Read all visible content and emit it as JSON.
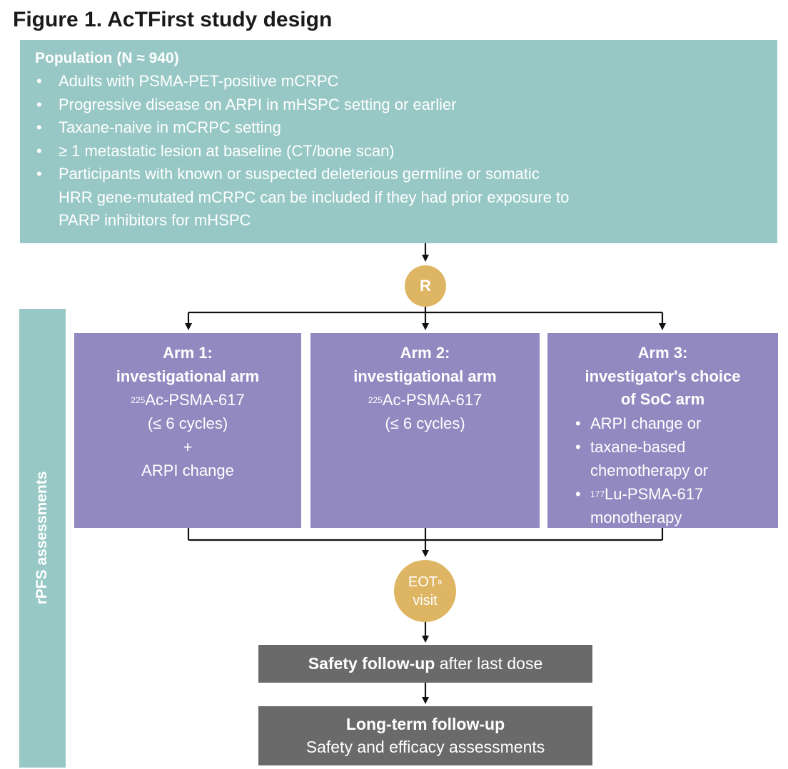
{
  "figure": {
    "title": "Figure 1. AcTFirst study design"
  },
  "population": {
    "title": "Population (N ≈ 940)",
    "bullet_char": "•",
    "items": [
      "Adults with PSMA-PET-positive mCRPC",
      "Progressive disease on ARPI in mHSPC setting or earlier",
      "Taxane-naive in mCRPC setting",
      "≥ 1 metastatic lesion at baseline (CT/bone scan)",
      "Participants with known or suspected deleterious germline or somatic\nHRR gene-mutated mCRPC can be included if they had prior exposure to\nPARP inhibitors for mHSPC"
    ]
  },
  "randomization": {
    "label": "R"
  },
  "side": {
    "label": "rPFS assessments"
  },
  "arms": [
    {
      "title_line1": "Arm 1:",
      "title_line2": "investigational arm",
      "drug_sup": "225",
      "drug": "Ac-PSMA-617",
      "cycles": "(≤ 6 cycles)",
      "plus": "+",
      "extra": "ARPI change"
    },
    {
      "title_line1": "Arm 2:",
      "title_line2": "investigational arm",
      "drug_sup": "225",
      "drug": "Ac-PSMA-617",
      "cycles": "(≤ 6 cycles)"
    },
    {
      "title_line1": "Arm 3:",
      "title_line2": "investigator's choice",
      "title_line3": "of SoC arm",
      "options": [
        {
          "text": "ARPI change or"
        },
        {
          "text": "taxane-based\nchemotherapy or"
        },
        {
          "sup": "177",
          "text": "Lu-PSMA-617\nmonotherapy"
        }
      ]
    }
  ],
  "eot": {
    "label": "EOT",
    "sup": "a",
    "label2": "visit"
  },
  "safety_followup": {
    "bold": "Safety follow-up",
    "rest": " after last dose"
  },
  "longterm_followup": {
    "title": "Long-term follow-up",
    "subtitle": "Safety and efficacy assessments"
  },
  "colors": {
    "teal": "#97c8c5",
    "purple": "#9189c0",
    "gold": "#deb562",
    "grey": "#6a6a6a"
  }
}
